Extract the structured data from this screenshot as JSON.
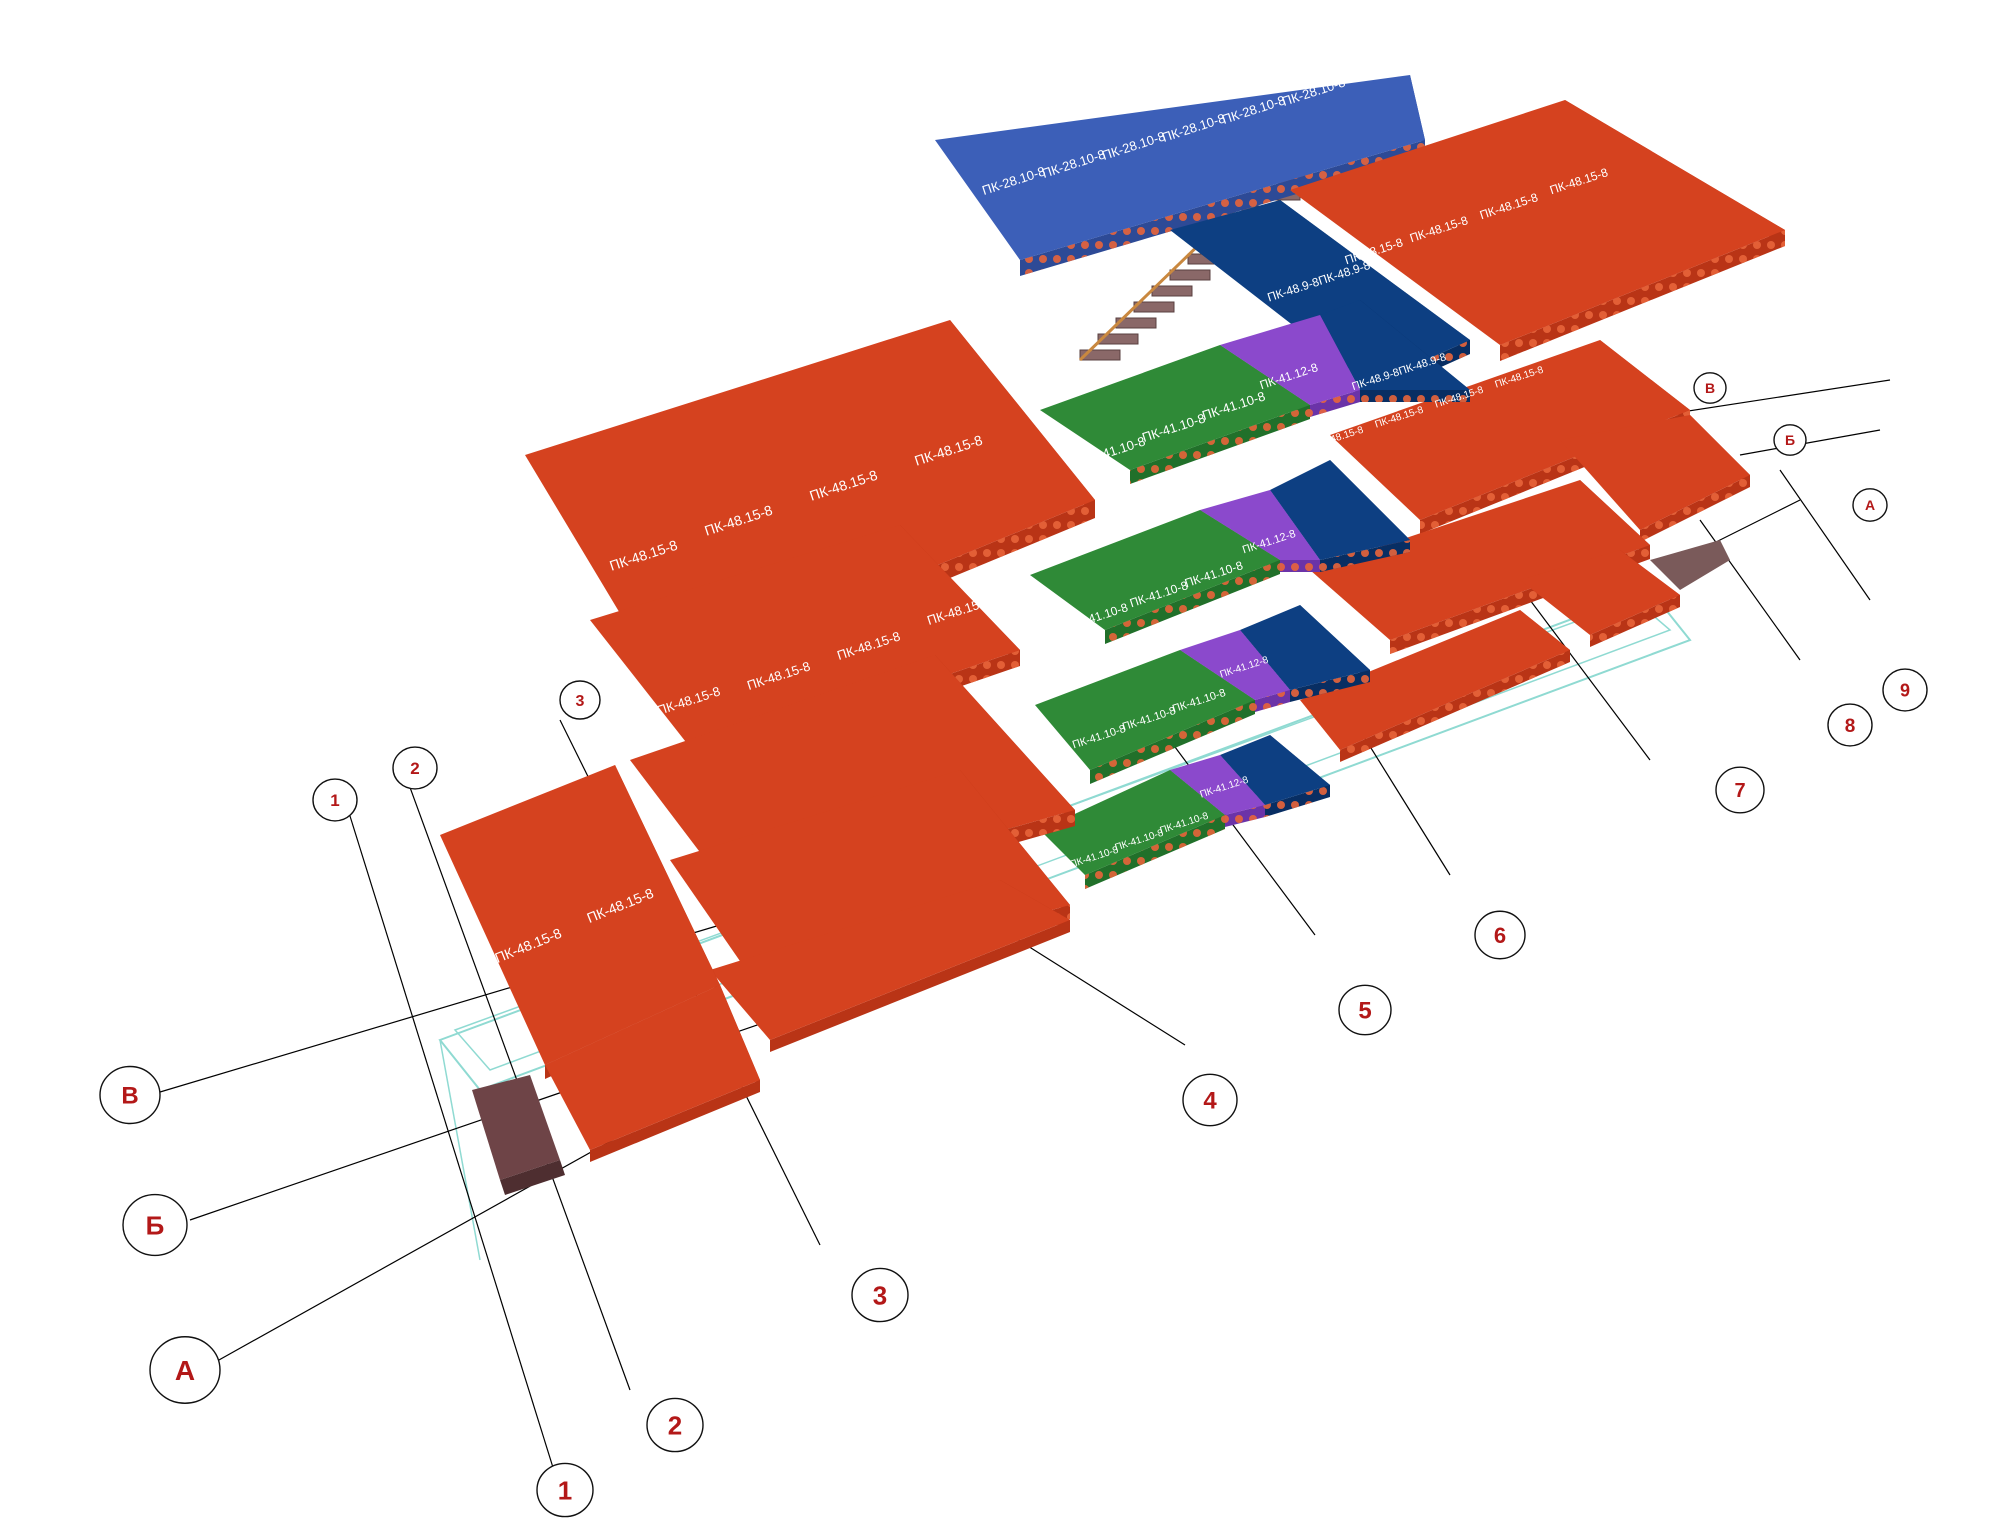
{
  "colors": {
    "red_slab": "#d5421f",
    "red_slab_side": "#b93416",
    "red_bead": "#e85a2a",
    "green_slab": "#2f8a37",
    "green_side": "#21702a",
    "purple_slab": "#8b49cc",
    "purple_side": "#6b33a8",
    "navy_slab": "#0d3f82",
    "navy_side": "#082e63",
    "blue_slab": "#3c5fb8",
    "blue_side": "#2d4a96",
    "bubble_text": "#b31818",
    "grid_line": "#000000",
    "foundation_outline": "#8fdad2",
    "brick": "#6e4447"
  },
  "labels": {
    "pk_48_15_8": "ПК-48.15-8",
    "pk_41_10_8": "ПК-41.10-8",
    "pk_41_12_8": "ПК-41.12-8",
    "pk_28_10_8": "ПК-28.10-8",
    "pk_48_9_8": "ПК-48.9-8",
    "pk_48_9_8_joined": "ПК-48.9-8ПК-48.9-8"
  },
  "axes": {
    "numbers": [
      "1",
      "2",
      "3",
      "4",
      "5",
      "6",
      "7",
      "8",
      "9"
    ],
    "letters": [
      "А",
      "Б",
      "В"
    ]
  }
}
